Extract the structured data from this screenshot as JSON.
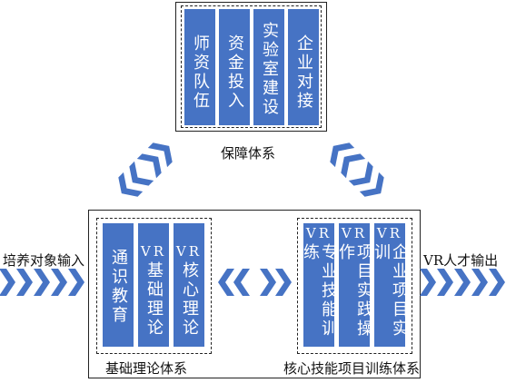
{
  "guarantee": {
    "title": "保障体系",
    "items": [
      "师资队伍",
      "资金投入",
      "实验室建设",
      "企业对接"
    ]
  },
  "basic": {
    "title": "基础理论体系",
    "items": [
      {
        "prefix": "",
        "text": "通识教育"
      },
      {
        "prefix": "VR",
        "text": "基础理论"
      },
      {
        "prefix": "VR",
        "text": "核心理论"
      }
    ]
  },
  "core": {
    "title": "核心技能项目训练体系",
    "items": [
      {
        "prefix": "VR",
        "text": "专业技能训练"
      },
      {
        "prefix": "VR",
        "text": "项目实践操作"
      },
      {
        "prefix": "VR",
        "text": "企业项目实训"
      }
    ]
  },
  "flow": {
    "input_label": "培养对象输入",
    "output_label": "VR人才输出"
  },
  "colors": {
    "box": "#4673c4",
    "arrow": "#4673c4",
    "border": "#222222"
  }
}
